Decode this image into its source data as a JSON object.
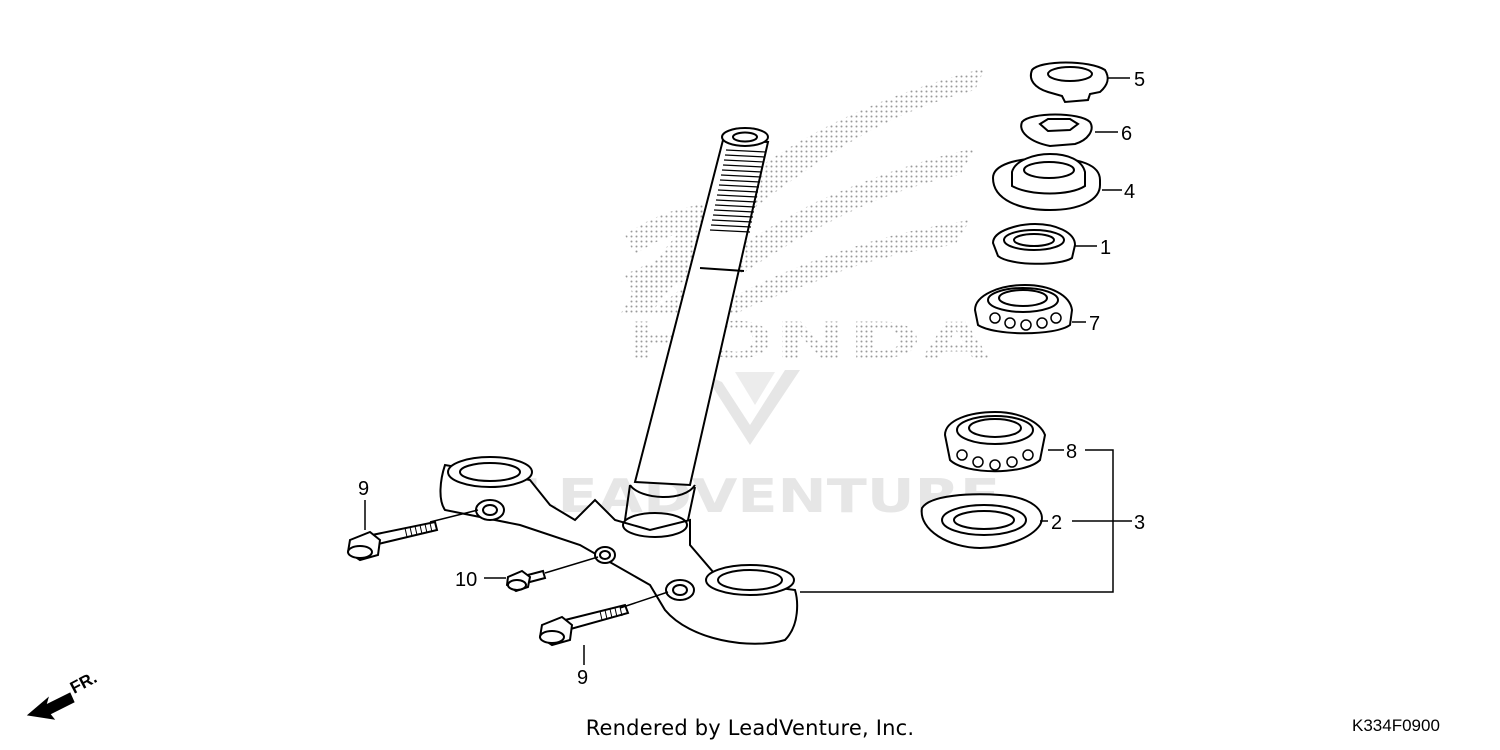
{
  "watermark": {
    "brand": "HONDA",
    "leadventure": "LEADVENTURE"
  },
  "callouts": {
    "c1": "1",
    "c2": "2",
    "c3": "3",
    "c4": "4",
    "c5": "5",
    "c6": "6",
    "c7": "7",
    "c8": "8",
    "c9_left": "9",
    "c9_bottom": "9",
    "c10": "10"
  },
  "direction_label": "FR.",
  "footer": {
    "rendered_by": "Rendered by LeadVenture, Inc.",
    "diagram_id": "K334F0900"
  },
  "colors": {
    "line": "#000000",
    "watermark_dots": "#9a9a9a",
    "leadventure_watermark": "#e6e6e6"
  }
}
